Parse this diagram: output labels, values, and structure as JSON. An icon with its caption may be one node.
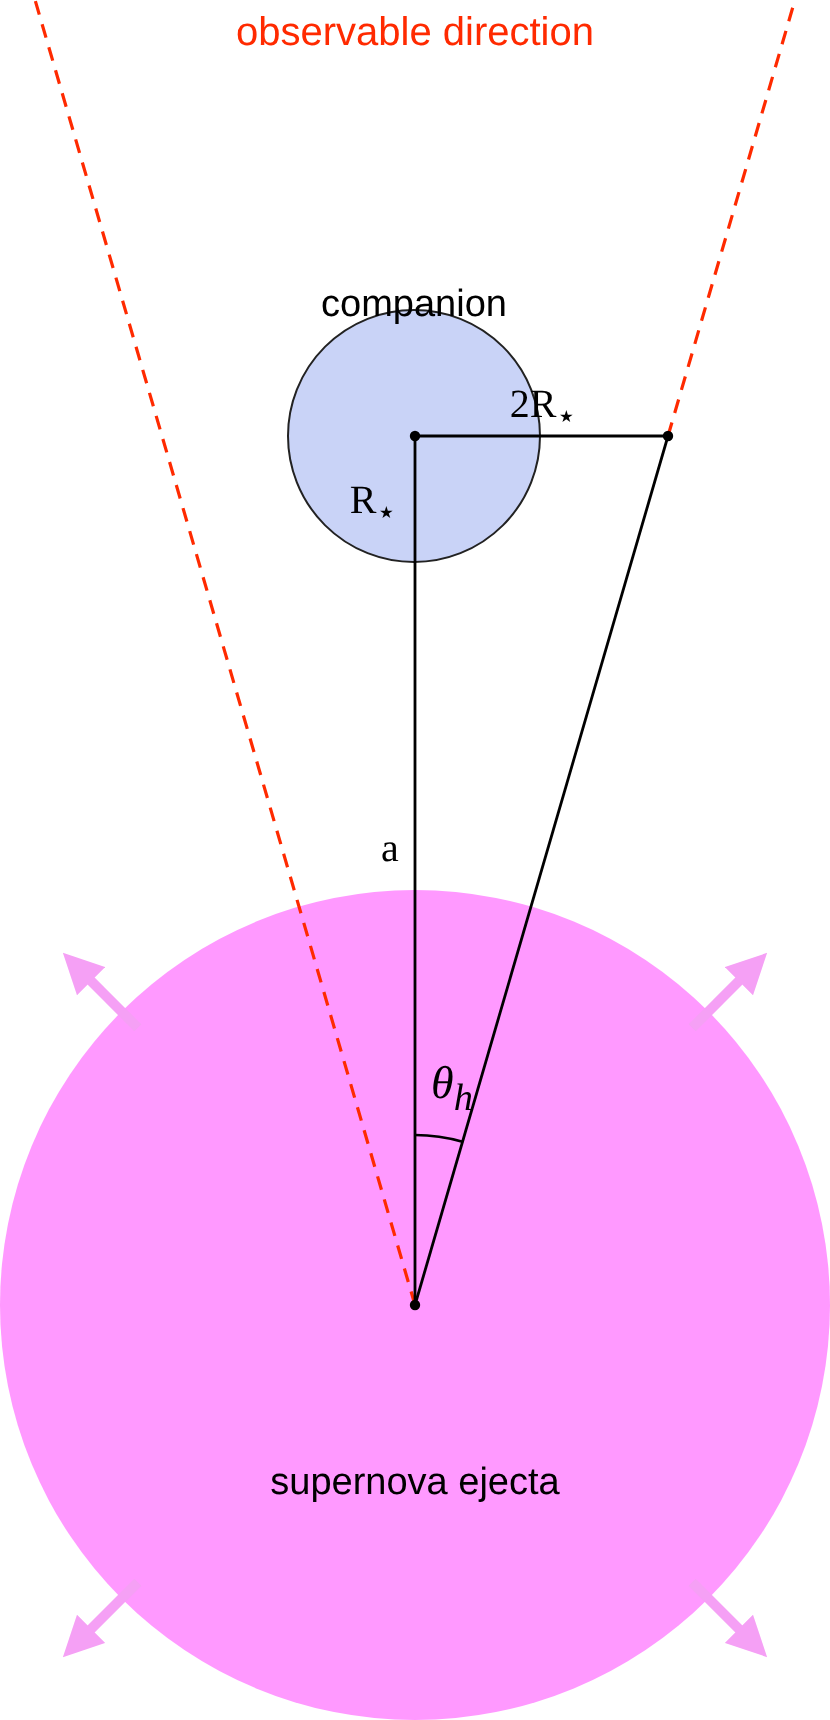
{
  "diagram": {
    "nodes": [
      {
        "text": [
          "companion"
        ]
      },
      {
        "text": [
          "supernova ejecta"
        ]
      }
    ],
    "labels": [
      "observable direction",
      "2R$_{⋆}$",
      "R$_{⋆}$",
      "a",
      "θ$_{h}$"
    ]
  }
}
